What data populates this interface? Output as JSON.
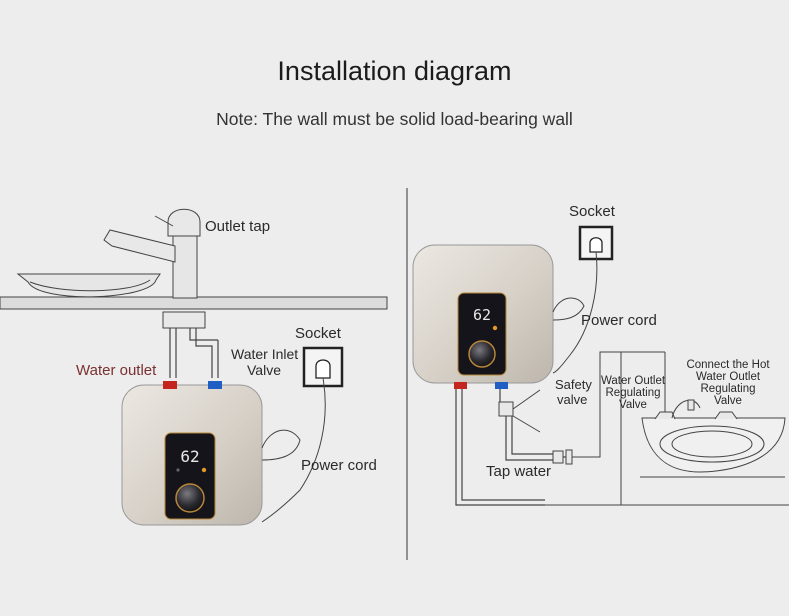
{
  "title": "Installation diagram",
  "note": "Note: The wall must be solid load-bearing wall",
  "left": {
    "outlet_tap": "Outlet tap",
    "water_outlet": "Water outlet",
    "water_inlet_line1": "Water Inlet",
    "water_inlet_line2": "Valve",
    "socket": "Socket",
    "power_cord": "Power cord",
    "display_value": "62"
  },
  "right": {
    "socket": "Socket",
    "power_cord": "Power cord",
    "safety_line1": "Safety",
    "safety_line2": "valve",
    "tap_water": "Tap water",
    "water_outlet_valve_line1": "Water Outlet",
    "water_outlet_valve_line2": "Regulating",
    "water_outlet_valve_line3": "Valve",
    "hot_outlet_valve_line1": "Connect the Hot",
    "hot_outlet_valve_line2": "Water Outlet",
    "hot_outlet_valve_line3": "Regulating",
    "hot_outlet_valve_line4": "Valve",
    "display_value": "62"
  },
  "colors": {
    "hot": "#c4261f",
    "cold": "#1f5fc4",
    "heater_body": "#d8d2ca",
    "panel": "#15141a",
    "accent": "#b8863a"
  }
}
